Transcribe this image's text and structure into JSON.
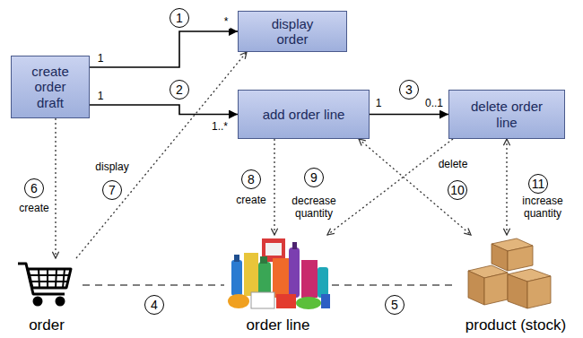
{
  "diagram": {
    "nodes": [
      {
        "text": [
          "create order draft"
        ]
      },
      {
        "text": [
          "display order"
        ]
      },
      {
        "text": [
          "add order line"
        ]
      },
      {
        "text": [
          "delete order line"
        ]
      },
      {
        "text": [
          "order"
        ]
      },
      {
        "text": [
          "order line"
        ]
      },
      {
        "text": [
          "product (stock)"
        ]
      }
    ],
    "edges": [
      {
        "from": 0,
        "to": 1,
        "arrow": "to"
      },
      {
        "from": 0,
        "to": 2,
        "arrow": "to"
      },
      {
        "from": 2,
        "to": 3,
        "arrow": "to"
      },
      {
        "from": 4,
        "to": 5,
        "arrow": "none"
      },
      {
        "from": 5,
        "to": 6,
        "arrow": "none"
      },
      {
        "from": 0,
        "to": 4,
        "label": "create",
        "arrow": "to"
      },
      {
        "from": 4,
        "to": 1,
        "label": "display",
        "arrow": "to"
      },
      {
        "from": 2,
        "to": 5,
        "label": "create",
        "arrow": "to"
      },
      {
        "from": 2,
        "to": 6,
        "label": "decrease quantity",
        "arrow": "both"
      },
      {
        "from": 3,
        "to": 5,
        "label": "delete",
        "arrow": "to"
      },
      {
        "from": 3,
        "to": 6,
        "label": "increase quantity",
        "arrow": "both"
      }
    ],
    "labels": [
      "1",
      "1",
      "*",
      "2",
      "1",
      "1..*",
      "3",
      "1",
      "0..1",
      "6",
      "7",
      "8",
      "9",
      "10",
      "11",
      "4",
      "5"
    ]
  }
}
